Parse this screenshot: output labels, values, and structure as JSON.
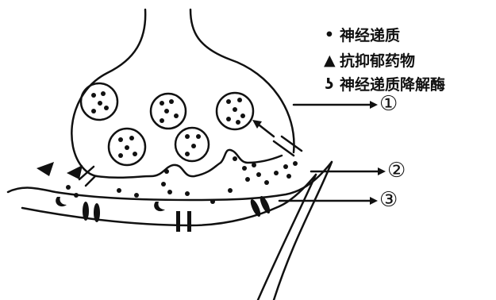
{
  "legend": {
    "items": [
      {
        "symbol": "dot-icon",
        "text": "神经递质"
      },
      {
        "symbol": "triangle-icon",
        "text": "抗抑郁药物"
      },
      {
        "symbol": "enzyme-icon",
        "text": "神经递质降解酶"
      }
    ]
  },
  "labels": {
    "one": "①",
    "two": "②",
    "three": "③"
  },
  "colors": {
    "ink": "#111111",
    "background": "#ffffff"
  }
}
